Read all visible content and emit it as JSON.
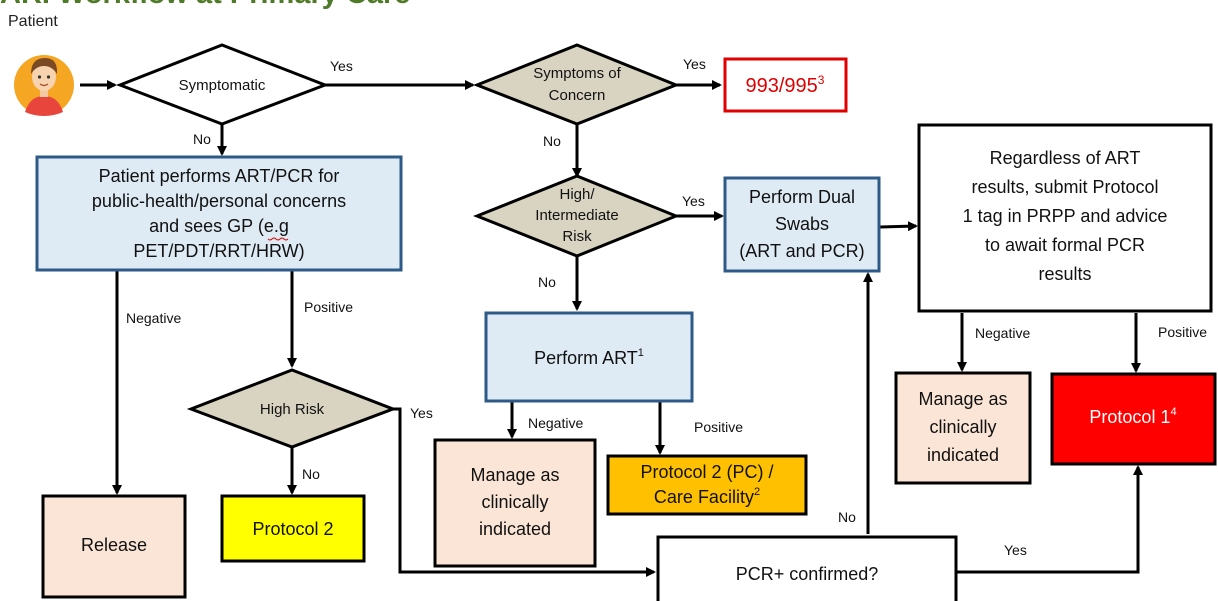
{
  "title": "ARI Workflow at Primary Care",
  "patient_label": "Patient",
  "nodes": {
    "symptomatic": "Symptomatic",
    "symptoms_concern": [
      "Symptoms of",
      "Concern"
    ],
    "emergency": "993/995",
    "emergency_sup": "3",
    "patient_performs": [
      "Patient performs ART/PCR for",
      "public-health/personal concerns",
      "and sees GP (e.g",
      "PET/PDT/RRT/HRW)"
    ],
    "high_intermediate": [
      "High/",
      "Intermediate",
      "Risk"
    ],
    "dual_swabs": [
      "Perform Dual",
      "Swabs",
      "(ART and PCR)"
    ],
    "regardless": [
      "Regardless of ART",
      "results, submit Protocol",
      "1 tag in PRPP and advice",
      "to await formal PCR",
      "results"
    ],
    "perform_art": "Perform ART",
    "perform_art_sup": "1",
    "high_risk": "High Risk",
    "release": "Release",
    "protocol2": "Protocol 2",
    "manage_left": [
      "Manage as",
      "clinically",
      "indicated"
    ],
    "protocol2_pc": [
      "Protocol 2 (PC) /",
      "Care Facility"
    ],
    "protocol2_pc_sup": "2",
    "manage_right": [
      "Manage as",
      "clinically",
      "indicated"
    ],
    "protocol1": "Protocol 1",
    "protocol1_sup": "4",
    "pcr_confirmed": "PCR+ confirmed?"
  },
  "edge_labels": {
    "yes_symptomatic": "Yes",
    "no_symptomatic": "No",
    "yes_concern": "Yes",
    "no_concern": "No",
    "yes_risk": "Yes",
    "no_risk": "No",
    "negative_left": "Negative",
    "positive_left": "Positive",
    "yes_highrisk": "Yes",
    "no_highrisk": "No",
    "negative_art": "Negative",
    "positive_art": "Positive",
    "negative_right": "Negative",
    "positive_right": "Positive",
    "no_pcr": "No",
    "yes_pcr": "Yes"
  },
  "colors": {
    "title_green": "#4f7a28",
    "decision_fill": "#d9d4c2",
    "light_blue": "#deebf5",
    "peach": "#fbe5d6",
    "yellow": "#ffff00",
    "orange": "#ffc000",
    "red": "#ff0000",
    "emergency_red": "#e00000"
  }
}
